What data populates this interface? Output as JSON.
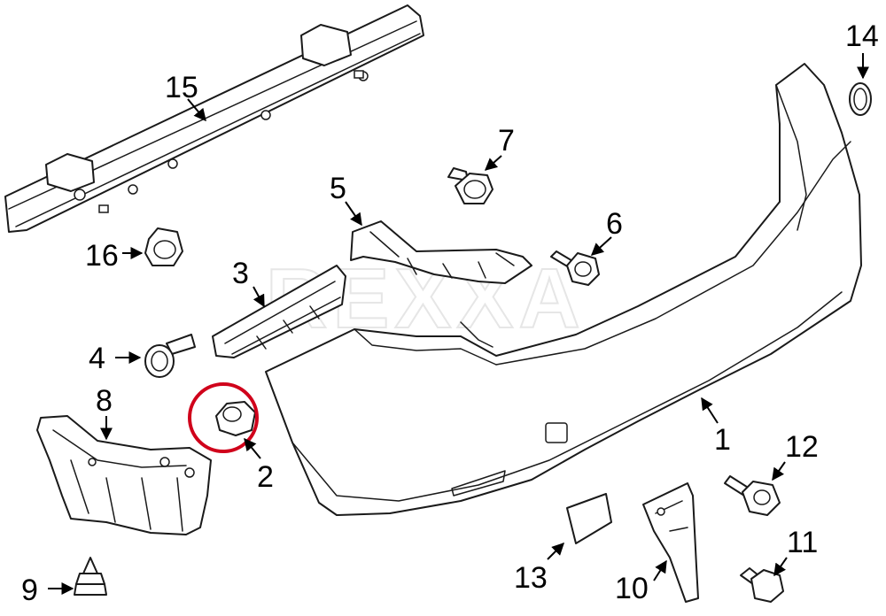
{
  "watermark": "REXXA",
  "highlight_color": "#d0021b",
  "callouts": [
    {
      "id": "callout-15",
      "label": "15"
    },
    {
      "id": "callout-16",
      "label": "16"
    },
    {
      "id": "callout-14",
      "label": "14"
    },
    {
      "id": "callout-7",
      "label": "7"
    },
    {
      "id": "callout-5",
      "label": "5"
    },
    {
      "id": "callout-6",
      "label": "6"
    },
    {
      "id": "callout-3",
      "label": "3"
    },
    {
      "id": "callout-4",
      "label": "4"
    },
    {
      "id": "callout-8",
      "label": "8"
    },
    {
      "id": "callout-2",
      "label": "2"
    },
    {
      "id": "callout-1",
      "label": "1"
    },
    {
      "id": "callout-12",
      "label": "12"
    },
    {
      "id": "callout-11",
      "label": "11"
    },
    {
      "id": "callout-13",
      "label": "13"
    },
    {
      "id": "callout-10",
      "label": "10"
    },
    {
      "id": "callout-9",
      "label": "9"
    }
  ]
}
